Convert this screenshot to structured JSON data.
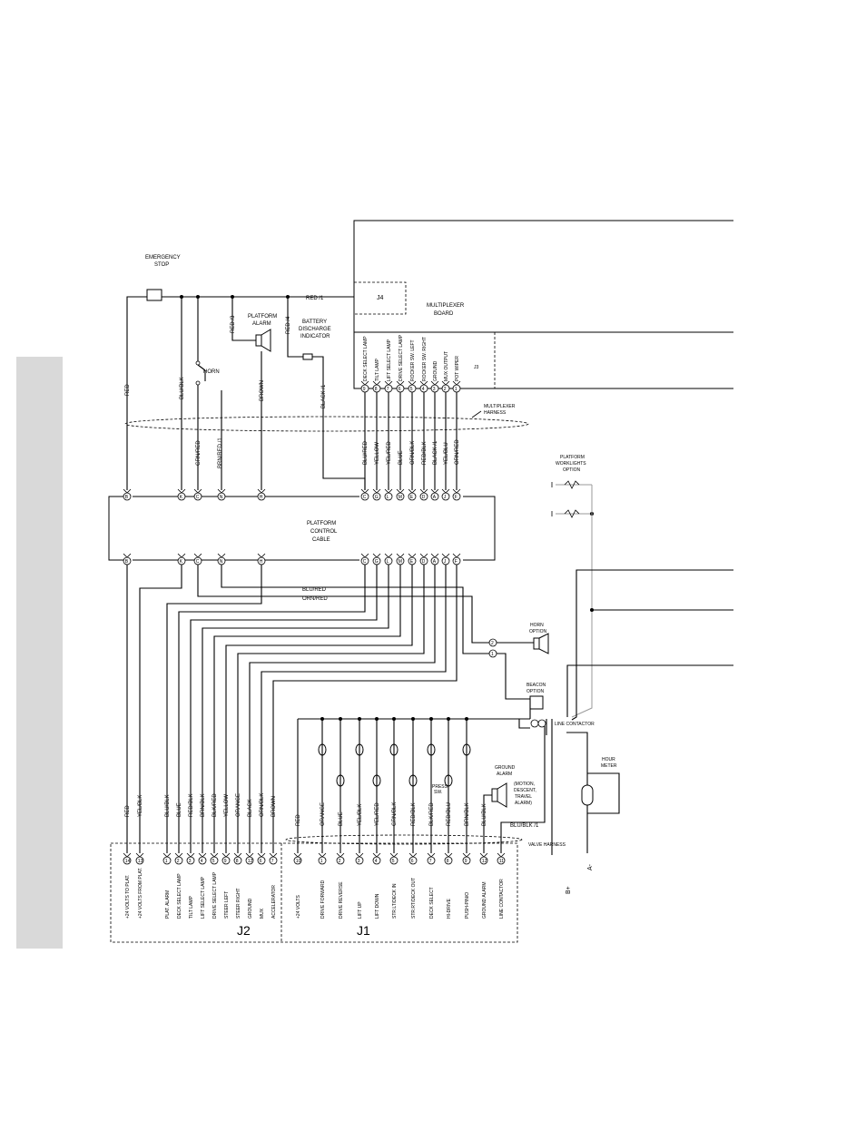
{
  "labels": {
    "emergency_stop": [
      "EMERGENCY",
      "STOP"
    ],
    "platform_alarm": [
      "PLATFORM",
      "ALARM"
    ],
    "battery_indicator": [
      "BATTERY",
      "DISCHARGE",
      "INDICATOR"
    ],
    "horn": "HORN",
    "multiplexer_board": [
      "MULTIPLEXER",
      "BOARD"
    ],
    "j4": "J4",
    "j3": "J3",
    "multiplexer_harness": [
      "MULTIPLEXER",
      "HARNESS"
    ],
    "platform_control_cable": [
      "PLATFORM",
      "CONTROL",
      "CABLE"
    ],
    "worklights_option": [
      "PLATFORM",
      "WORKLIGHTS",
      "OPTION"
    ],
    "horn_option": [
      "HORN",
      "OPTION"
    ],
    "beacon_option": [
      "BEACON",
      "OPTION"
    ],
    "line_contactor": "LINE CONTACTOR",
    "hour_meter": [
      "HOUR",
      "METER"
    ],
    "ground_alarm": [
      "GROUND",
      "ALARM"
    ],
    "ground_alarm_note": [
      "(MOTION,",
      "DESCENT,",
      "TRAVEL",
      "ALARM)"
    ],
    "press_sw": [
      "PRESS",
      "SW."
    ],
    "valve_harness": "VALVE HARNESS",
    "b_plus": "B+",
    "a_minus": "A-",
    "j2": "J2",
    "j1": "J1"
  },
  "wires_top": {
    "red_1": "RED /1",
    "red_3": "RED /3",
    "red_4": "RED /4",
    "black_1_a": "BLACK /1",
    "red": "RED",
    "blu_blk": "BLU/BLK",
    "brown": "BROWN",
    "grn_red": "GRN/RED",
    "brn_red_1": "BRN/RED /1"
  },
  "j3_signals": [
    "DECK SELECT LAMP",
    "TILT LAMP",
    "LIFT SELECT LAMP",
    "DRIVE SELECT LAMP",
    "ROCKER SW. LEFT",
    "ROCKER SW. RIGHT",
    "GROUND",
    "MUX OUTPUT",
    "POT WIPER"
  ],
  "j3_pins": [
    "9",
    "8",
    "7",
    "6",
    "5",
    "4",
    "3",
    "2",
    "1"
  ],
  "harness_wires": [
    "BLU/RED",
    "YELLOW",
    "YEL/RED",
    "BLUE",
    "ORN/BLK",
    "RED/BLK",
    "BLACK /1",
    "YEL/BLU",
    "ORN/RED"
  ],
  "cable_pins_left": [
    "B",
    "K",
    "C",
    "N",
    "H"
  ],
  "cable_pins_right": [
    "C",
    "G",
    "L",
    "M",
    "E",
    "D",
    "A",
    "J",
    "F"
  ],
  "cable_wires": {
    "blu_red": "BLU/RED",
    "orn_red": "ORN/RED",
    "blu_blk_1": "BLU/BLK /1",
    "horn_pin_2": "2",
    "horn_pin_1": "1"
  },
  "j2_wires": [
    "RED",
    "YEL/BLK",
    "BLU/BLK",
    "BLUE",
    "RED/BLK",
    "BRN/BLK",
    "BLK/RED",
    "YELLOW",
    "ORANGE",
    "BLACK",
    "ORN/BLK",
    "BROWN"
  ],
  "j2_pins": [
    "14",
    "13",
    "1",
    "2",
    "3",
    "4",
    "5",
    "9",
    "8",
    "12",
    "6",
    "7"
  ],
  "j2_signals": [
    "+24 VOLTS TO PLAT.",
    "+24 VOLTS FROM PLAT.",
    "PLAT. ALARM",
    "DECK SELECT LAMP",
    "TILT LAMP",
    "LIFT SELECT LAMP",
    "DRIVE SELECT LAMP",
    "STEER LEFT",
    "STEER RIGHT",
    "GROUND",
    "MUX",
    "ACCELERATOR"
  ],
  "j1_wires": [
    "RED",
    "ORANGE",
    "BLUE",
    "YEL/BLK",
    "YEL/RED",
    "GRN/BLK",
    "RED/BLK",
    "BLK/RED",
    "RED/BLU",
    "BRN/BLK",
    "BLU/BLK"
  ],
  "j1_pins": [
    "10",
    "1",
    "2",
    "3",
    "4",
    "5",
    "6",
    "7",
    "8",
    "9",
    "12",
    "11"
  ],
  "j1_signals": [
    "+24 VOLTS",
    "DRIVE FORWARD",
    "DRIVE REVERSE",
    "LIFT UP",
    "LIFT DOWN",
    "STR.LT/DECK IN",
    "STR.RT/DECK OUT",
    "DECK SELECT",
    "HI-DRIVE",
    "PUSH-PIN/O",
    "GROUND ALARM",
    "LINE CONTACTOR"
  ]
}
